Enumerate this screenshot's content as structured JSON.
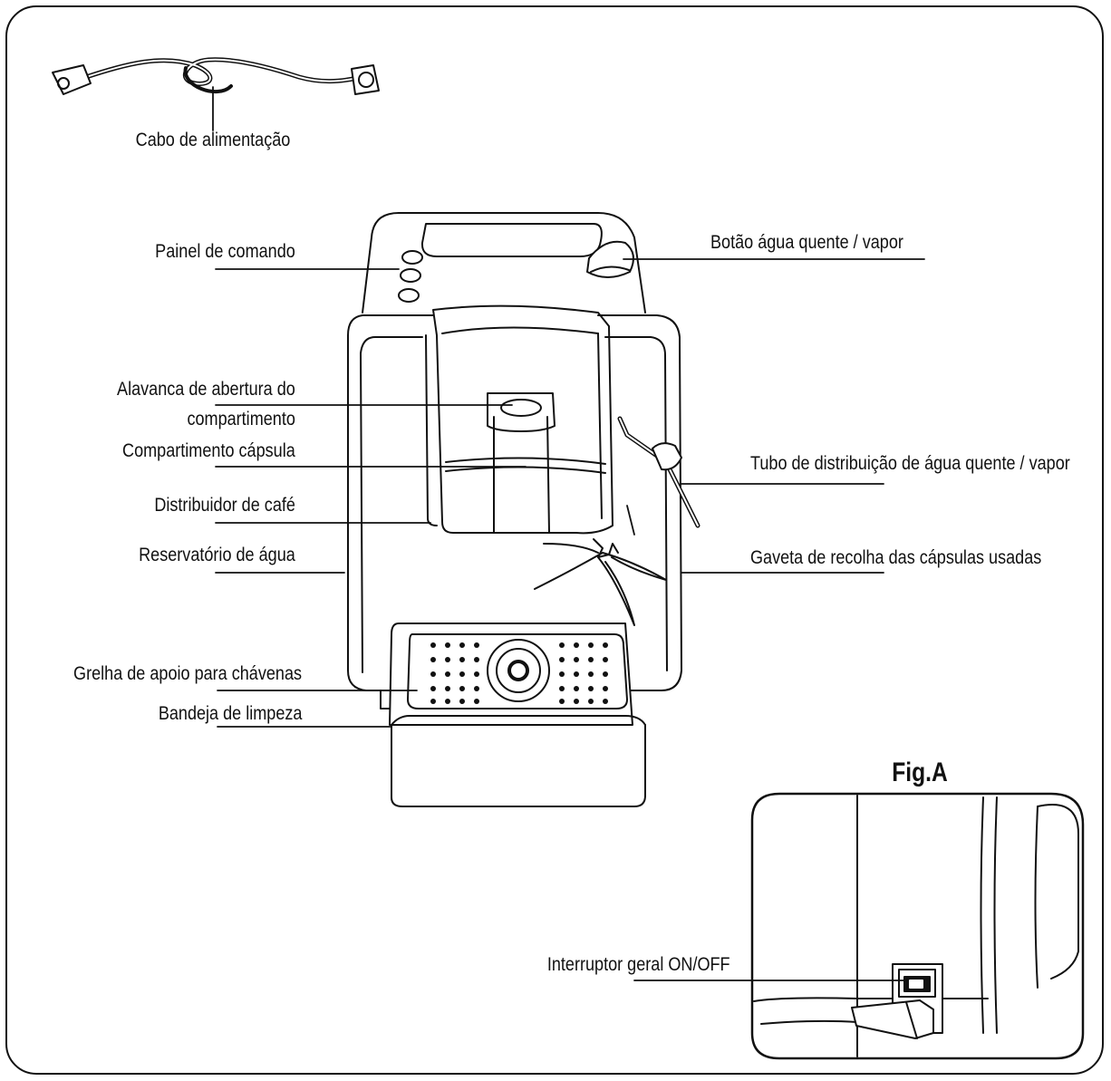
{
  "labels": {
    "power_cable": "Cabo de alimentação",
    "control_panel": "Painel de comando",
    "hot_water_button": "Botão água quente / vapor",
    "lever_line1": "Alavanca de abertura do",
    "lever_line2": "compartimento",
    "capsule_compartment": "Compartimento cápsula",
    "coffee_dispenser": "Distribuidor de café",
    "water_reservoir": "Reservatório de água",
    "steam_tube": "Tubo de distribuição de água quente / vapor",
    "capsule_drawer": "Gaveta de recolha das cápsulas usadas",
    "cup_grid": "Grelha de apoio para chávenas",
    "drip_tray": "Bandeja de limpeza",
    "main_switch": "Interruptor geral ON/OFF"
  },
  "figure": {
    "inset_title": "Fig.A"
  },
  "colors": {
    "stroke": "#111111",
    "background": "#ffffff"
  }
}
